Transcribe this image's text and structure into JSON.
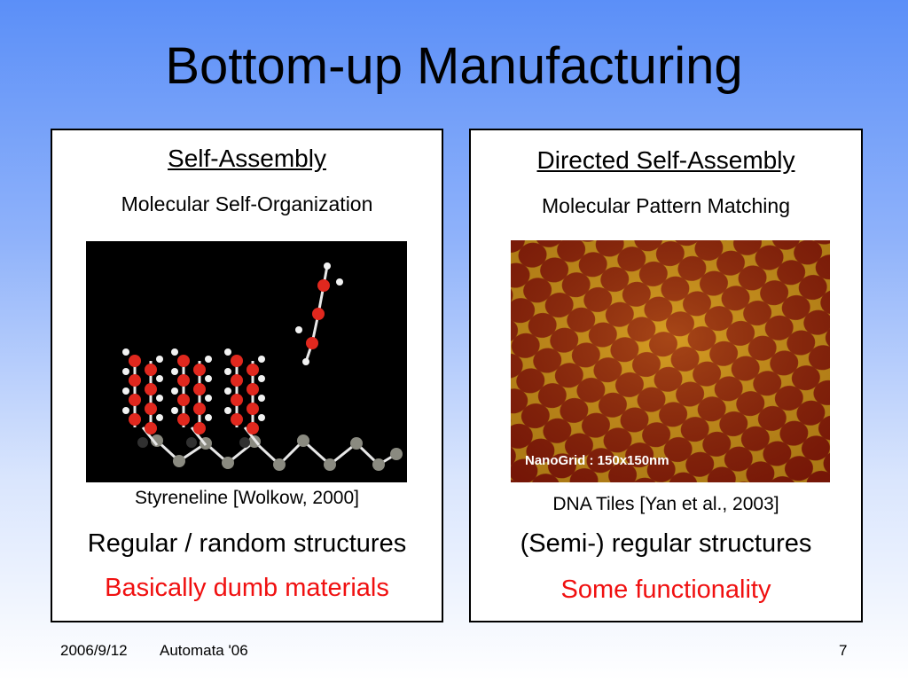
{
  "slide": {
    "title": "Bottom-up Manufacturing"
  },
  "left_panel": {
    "heading": "Self-Assembly",
    "subtitle": "Molecular Self-Organization",
    "caption": "Styreneline [Wolkow, 2000]",
    "structures": "Regular / random structures",
    "functionality": "Basically dumb materials"
  },
  "right_panel": {
    "heading": "Directed Self-Assembly",
    "subtitle": "Molecular Pattern Matching",
    "image_label": "NanoGrid : 150x150nm",
    "caption": "DNA Tiles [Yan et al., 2003]",
    "structures": "(Semi-) regular structures",
    "functionality": "Some functionality"
  },
  "footer": {
    "date": "2006/9/12",
    "event": "Automata '06",
    "page_number": "7"
  },
  "colors": {
    "highlight_red": "#f01010",
    "background_top": "#5b8ff8"
  }
}
